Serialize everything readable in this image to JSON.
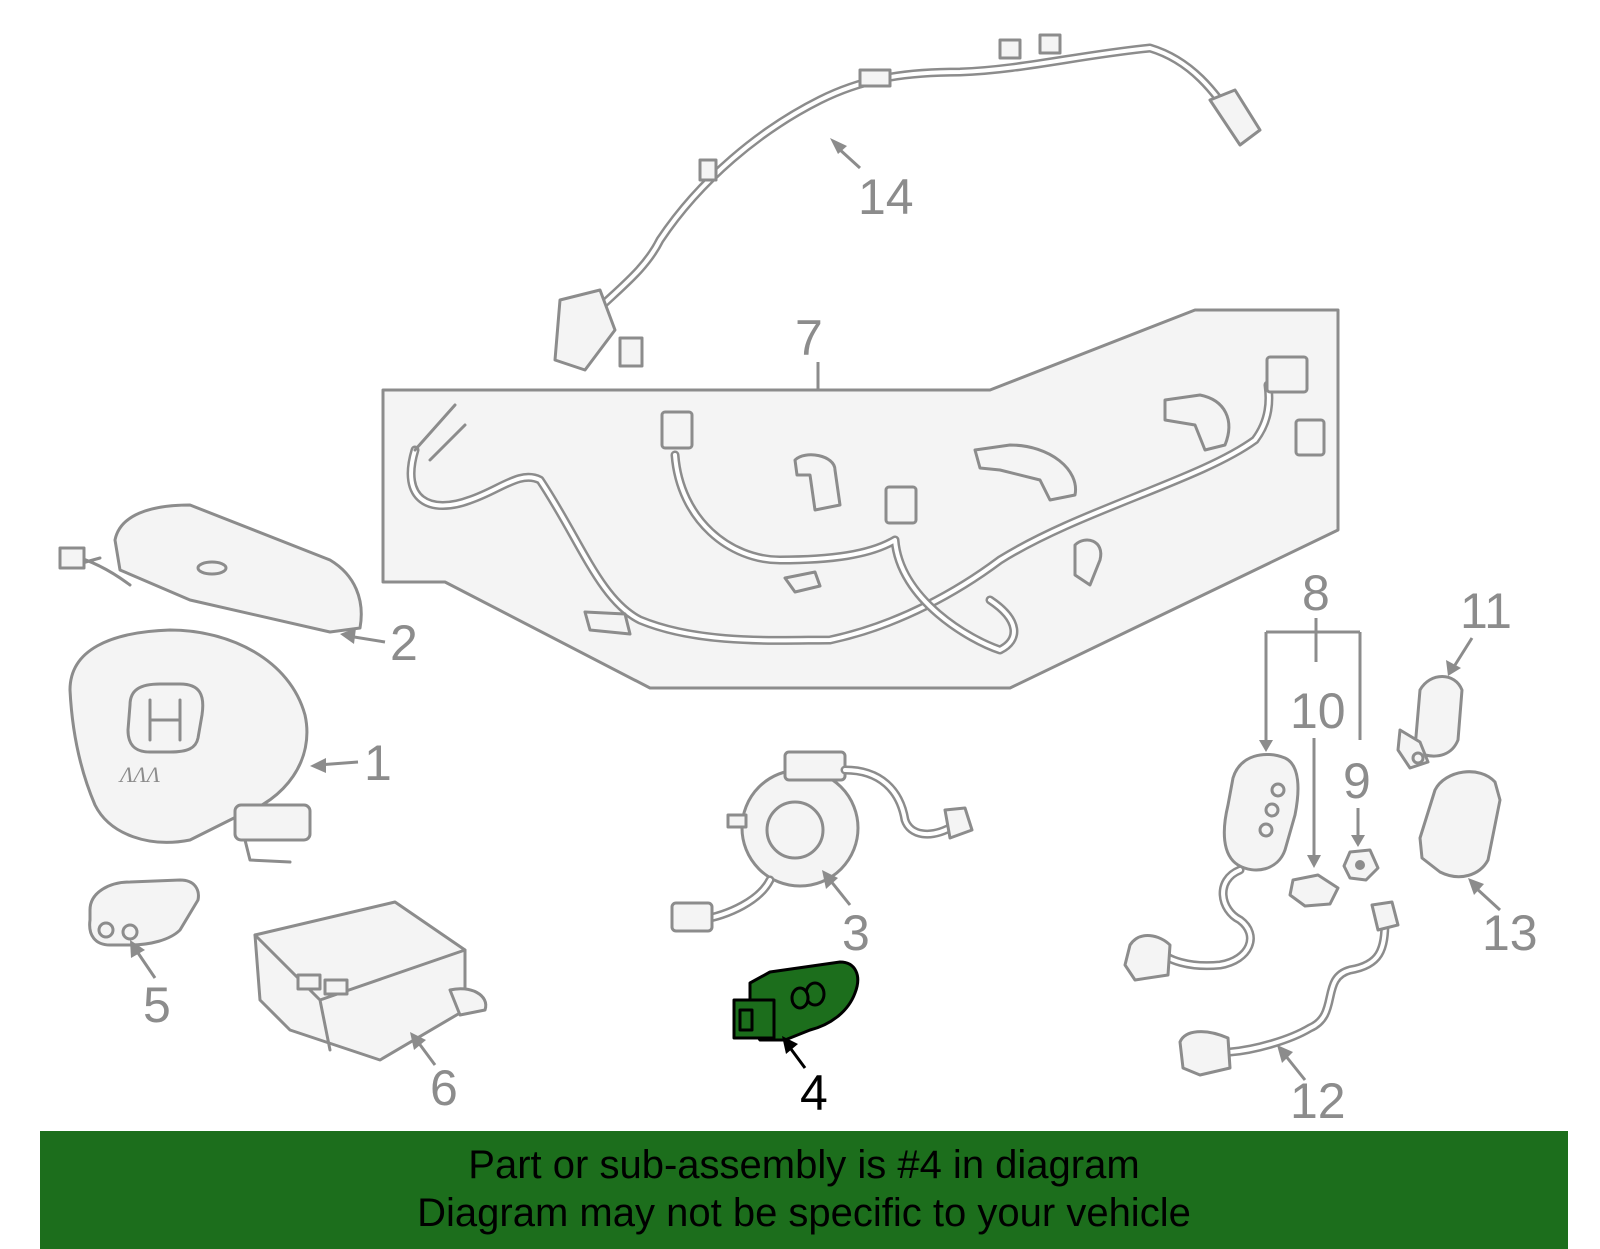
{
  "callouts": {
    "c1": "1",
    "c2": "2",
    "c3": "3",
    "c4": "4",
    "c5": "5",
    "c6": "6",
    "c7": "7",
    "c8": "8",
    "c9": "9",
    "c10": "10",
    "c11": "11",
    "c12": "12",
    "c13": "13",
    "c14": "14"
  },
  "highlight": {
    "part_number": "4",
    "color": "#1c6e1c"
  },
  "banner": {
    "line1": "Part or sub-assembly is #4 in diagram",
    "line2": "Diagram may not be specific to your vehicle",
    "background": "#1c6e1c"
  },
  "colors": {
    "line": "#8c8c8c",
    "fill": "#f4f4f4"
  }
}
